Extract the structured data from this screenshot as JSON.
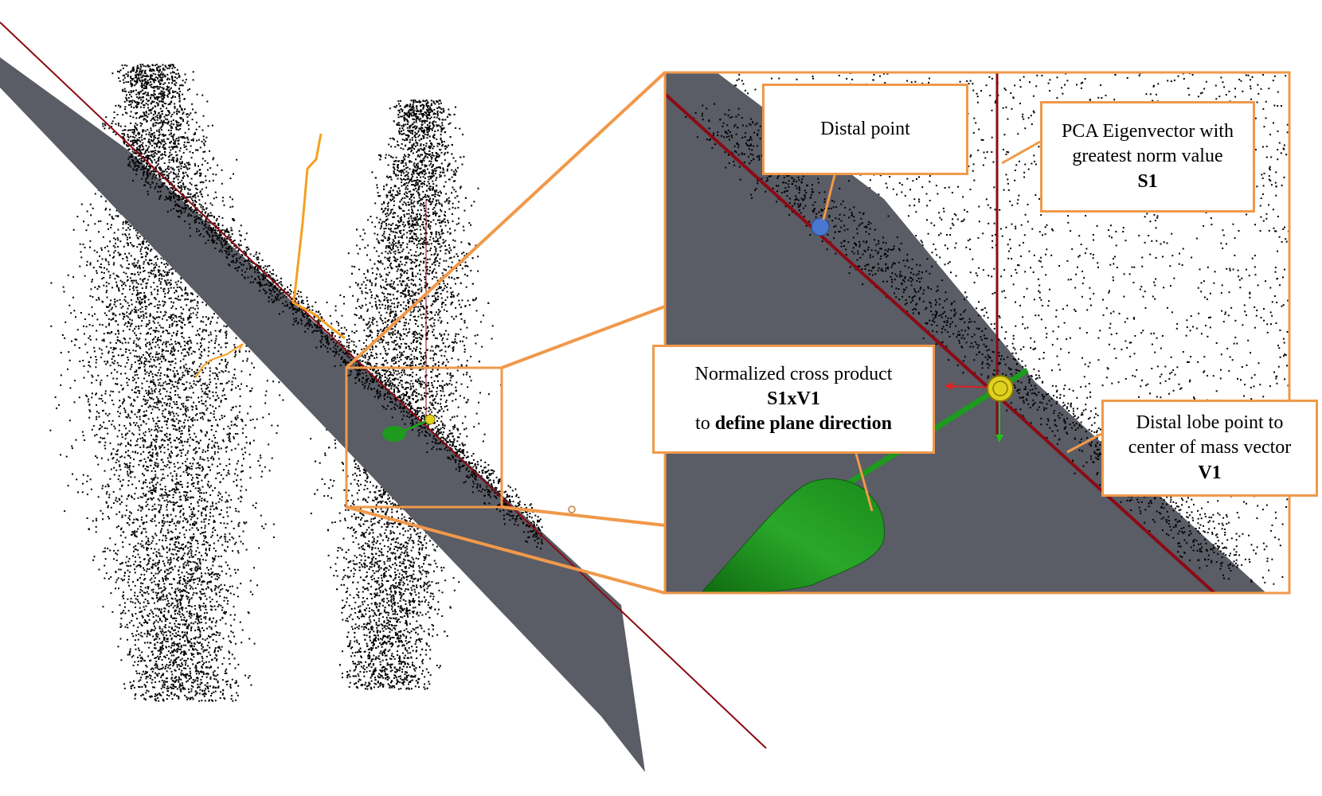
{
  "labels": {
    "distal_point": "Distal point",
    "pca": {
      "line1": "PCA Eigenvector with",
      "line2": "greatest norm value",
      "symbol": "S1"
    },
    "cross_product": {
      "line1": "Normalized cross product",
      "formula": "S1xV1",
      "prefix": "to ",
      "emphasis": "define plane direction"
    },
    "lobe_vector": {
      "line1": "Distal lobe point to",
      "line2": "center of mass vector",
      "symbol": "V1"
    }
  },
  "colors": {
    "background": "#ffffff",
    "plane": "#5a5c66",
    "points": "#000000",
    "axis_line": "#8b0a14",
    "callout": "#f0994a",
    "orange_path": "#f5a020",
    "green_arrow": "#1e9a1e",
    "distal_marker": "#4a78d0",
    "center_marker": "#e0d020"
  }
}
